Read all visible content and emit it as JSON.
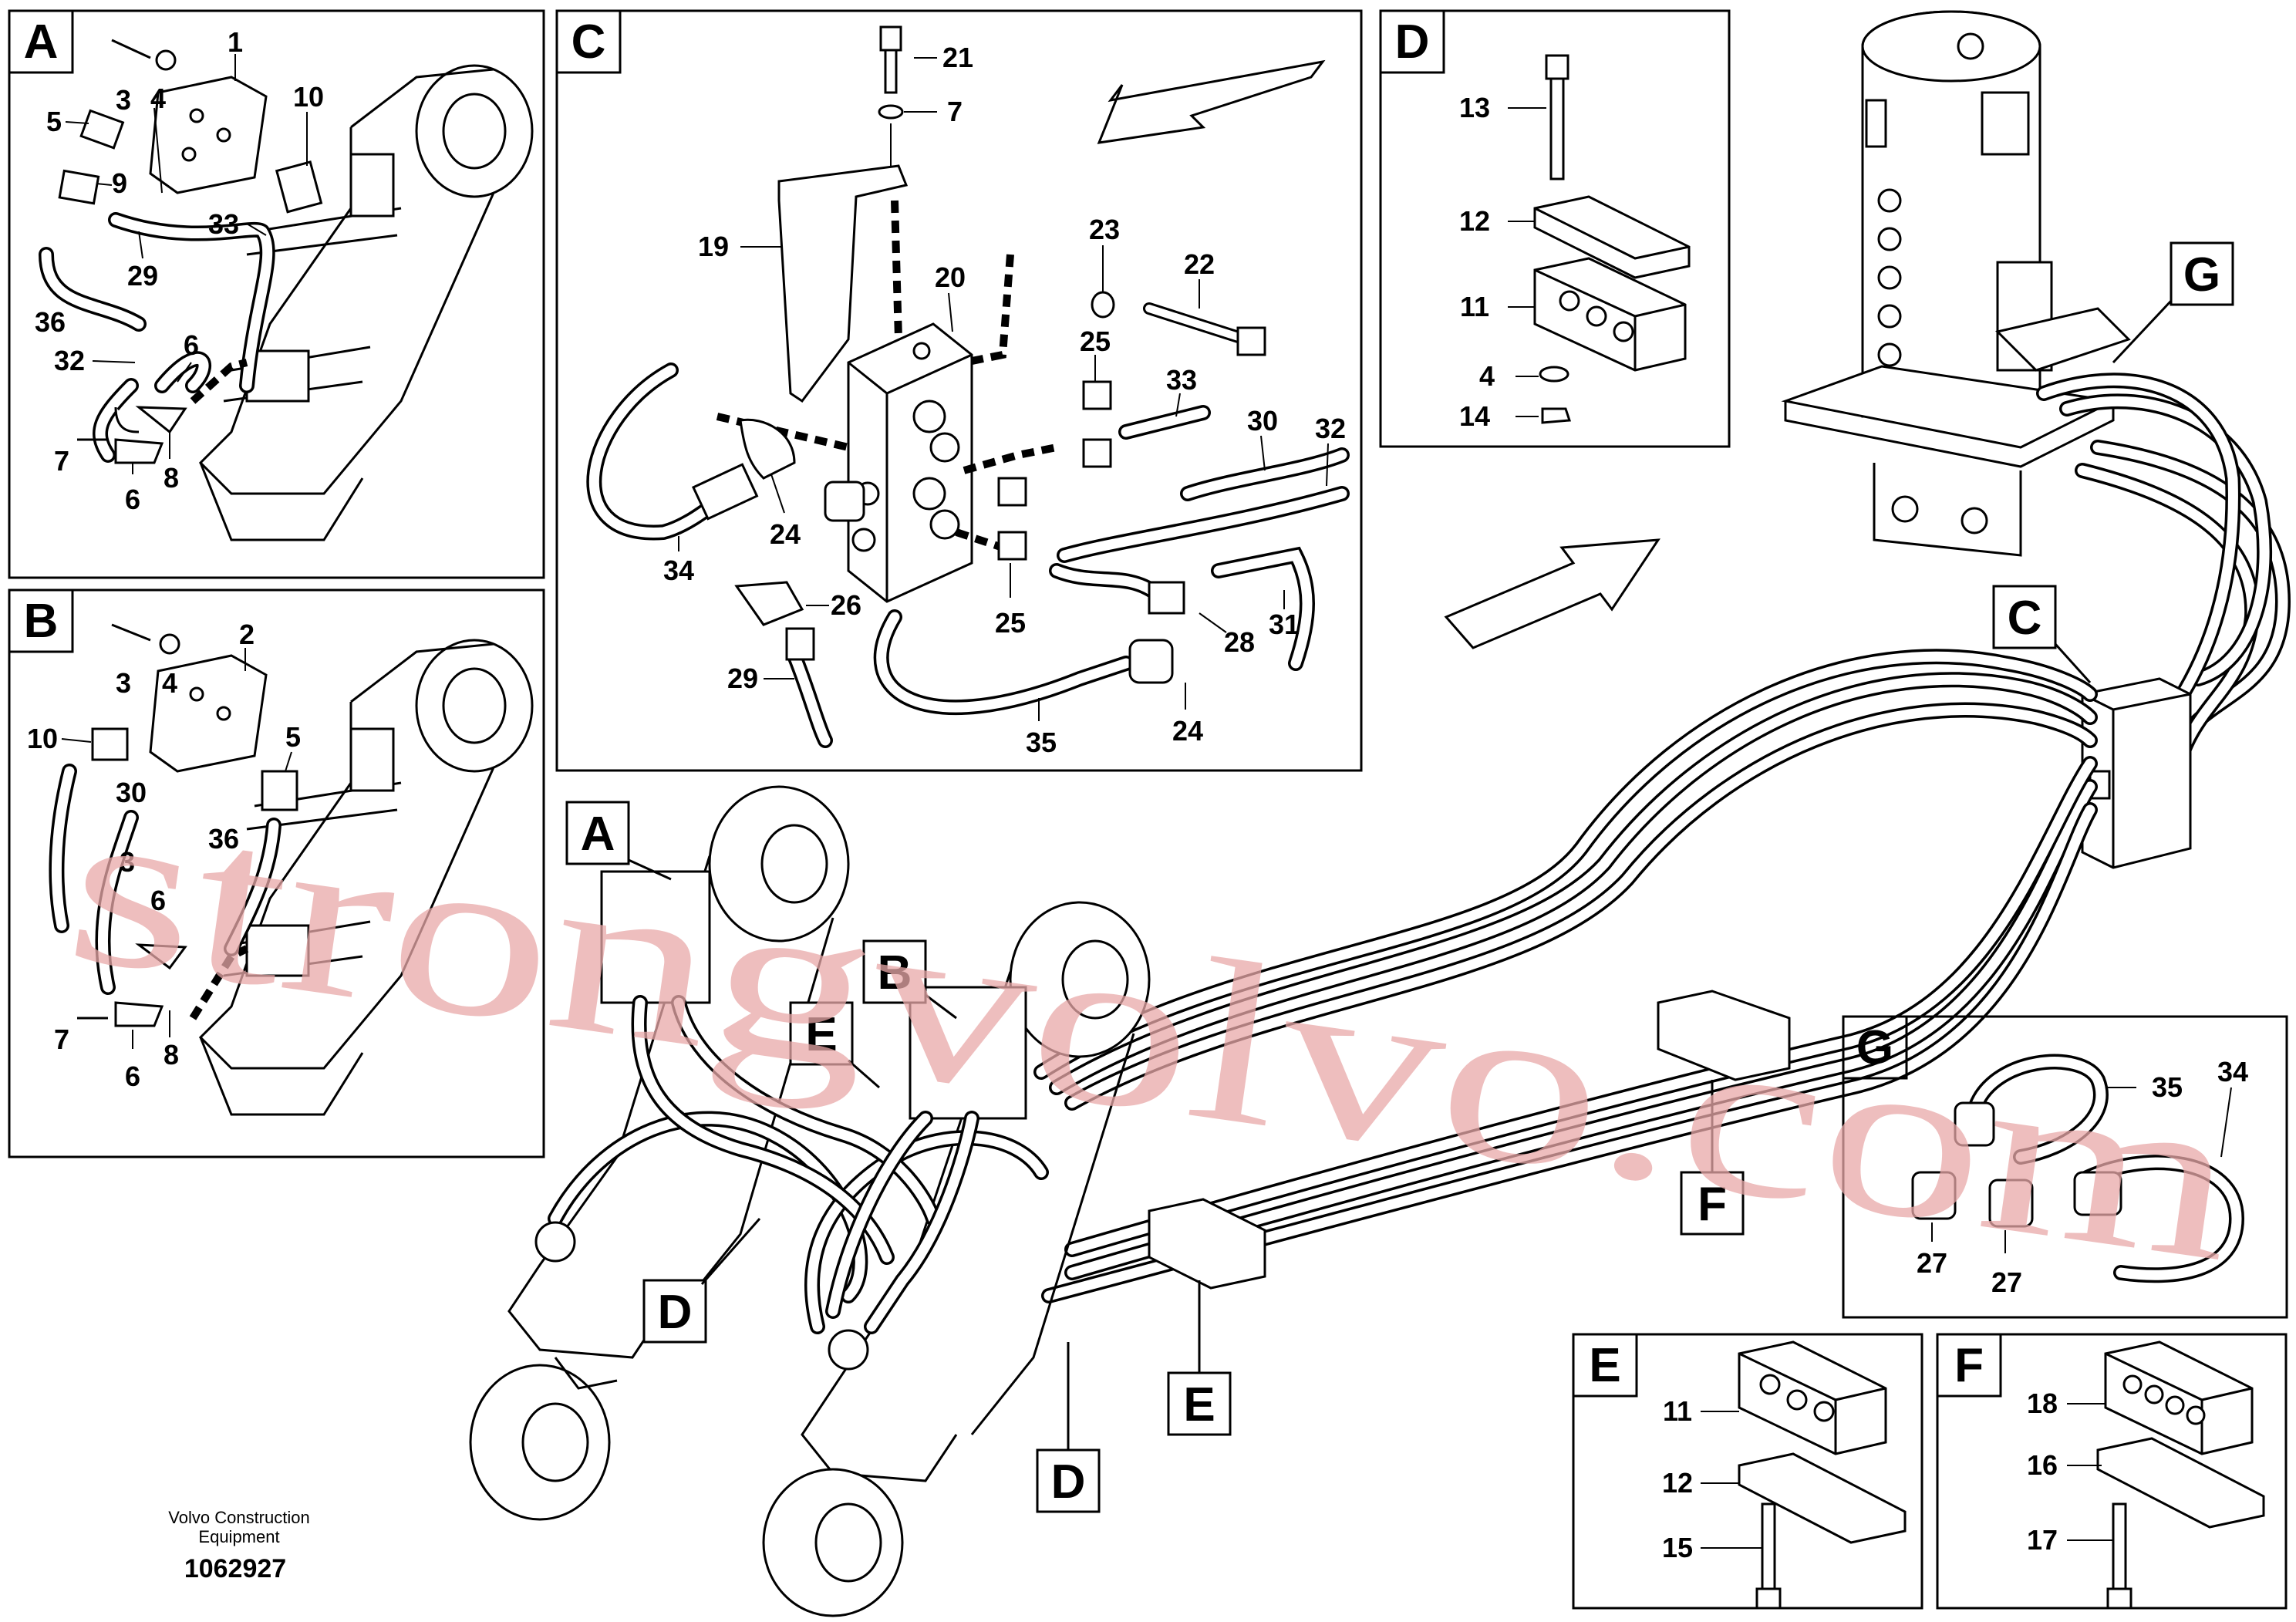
{
  "panels": {
    "A": {
      "letter": "A",
      "callouts": [
        "1",
        "3",
        "4",
        "5",
        "10",
        "9",
        "33",
        "29",
        "36",
        "32",
        "6",
        "7",
        "8",
        "6"
      ]
    },
    "B": {
      "letter": "B",
      "callouts": [
        "2",
        "3",
        "4",
        "10",
        "5",
        "30",
        "36",
        "3",
        "6",
        "7",
        "8",
        "6"
      ]
    },
    "C": {
      "letter": "C",
      "callouts": [
        "21",
        "7",
        "19",
        "20",
        "23",
        "22",
        "25",
        "33",
        "30",
        "32",
        "24",
        "34",
        "26",
        "25",
        "29",
        "35",
        "28",
        "31",
        "24"
      ]
    },
    "D": {
      "letter": "D",
      "callouts": [
        "13",
        "12",
        "11",
        "4",
        "14"
      ]
    },
    "E": {
      "letter": "E",
      "callouts": [
        "11",
        "12",
        "15"
      ]
    },
    "F": {
      "letter": "F",
      "callouts": [
        "18",
        "16",
        "17"
      ]
    },
    "G": {
      "letter": "G",
      "callouts": [
        "35",
        "34",
        "27",
        "27"
      ]
    }
  },
  "main_labels": [
    "A",
    "B",
    "E",
    "D",
    "D",
    "E",
    "F",
    "C",
    "G"
  ],
  "footer": {
    "line1": "Volvo Construction",
    "line2": "Equipment",
    "number": "1062927"
  },
  "watermark": "strongvolvo.com"
}
